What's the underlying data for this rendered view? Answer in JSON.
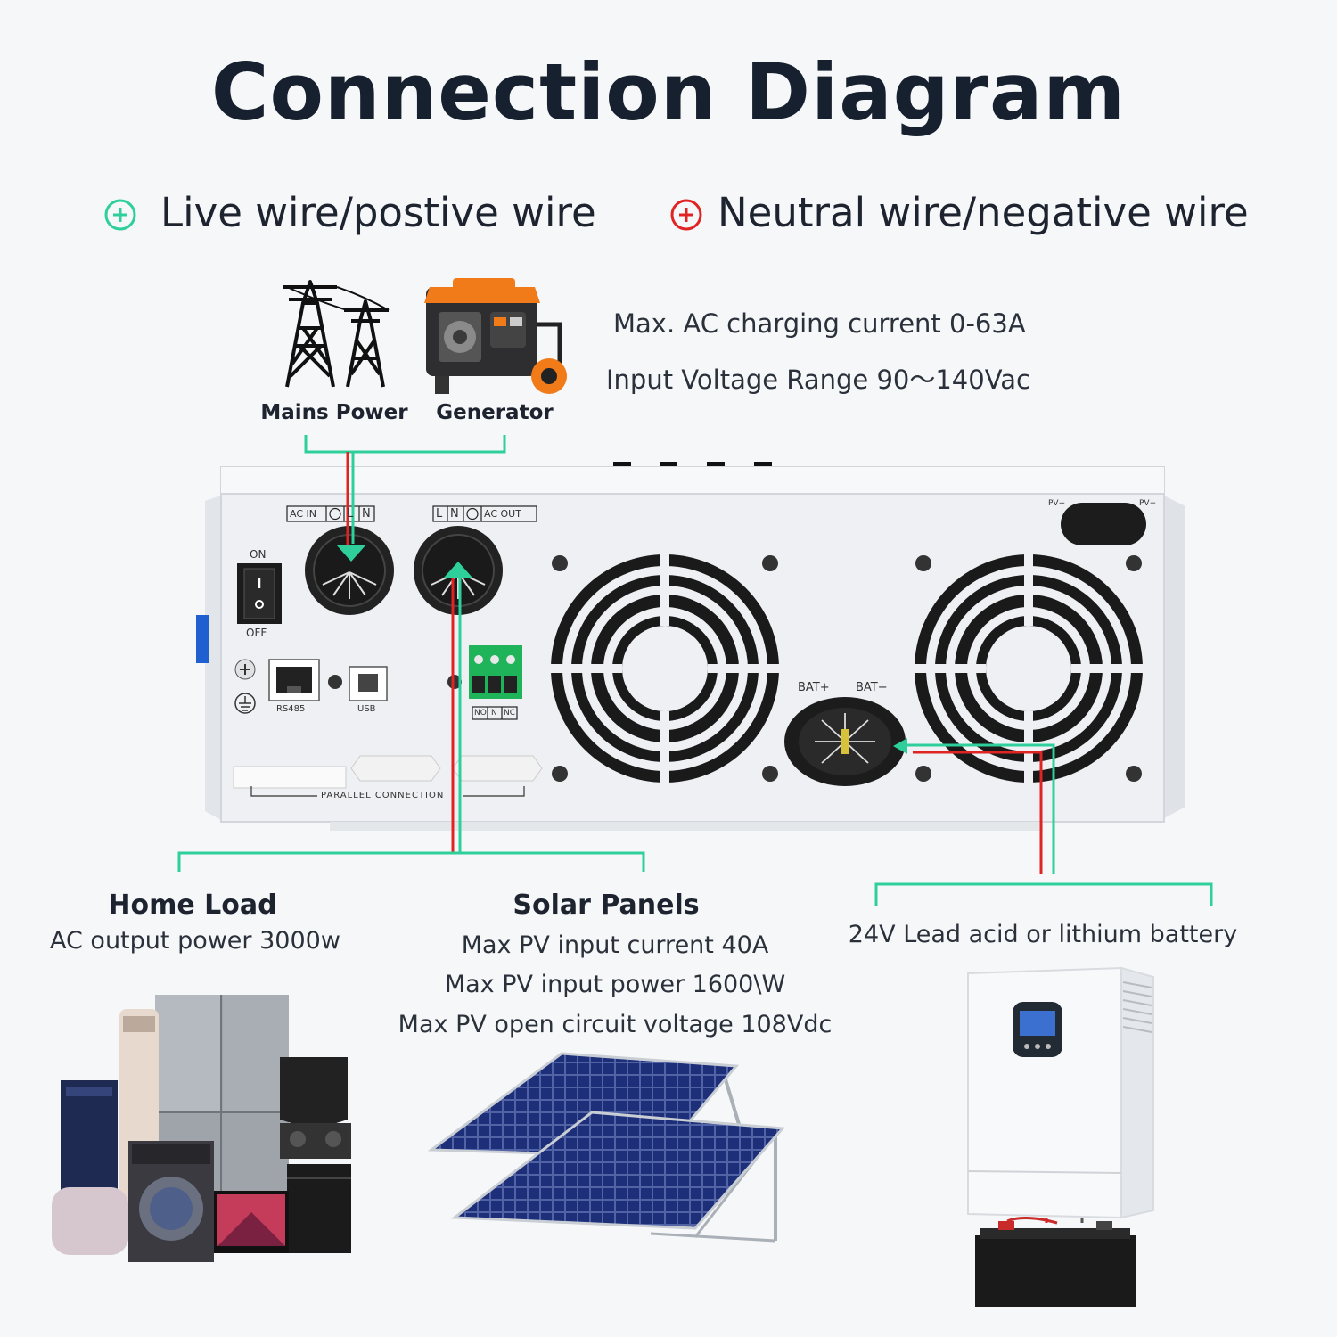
{
  "title": "Connection Diagram",
  "legend": {
    "live": "Live wire/postive wire",
    "neutral": "Neutral wire/negative wire",
    "live_color": "#2ecf9a",
    "neutral_color": "#e02424"
  },
  "sources": {
    "mains": "Mains Power",
    "generator": "Generator",
    "spec_charging": "Max. AC charging current 0-63A",
    "spec_voltage": "Input Voltage Range 90～140Vac"
  },
  "panel": {
    "ac_in": "AC IN",
    "ac_out": "AC OUT",
    "l": "L",
    "n": "N",
    "on": "ON",
    "off": "OFF",
    "rs485": "RS485",
    "usb": "USB",
    "no": "NO",
    "nc": "NC",
    "parallel": "PARALLEL CONNECTION",
    "pv_plus": "PV+",
    "pv_minus": "PV−",
    "bat_plus": "BAT+",
    "bat_minus": "BAT−"
  },
  "home_load": {
    "title": "Home Load",
    "spec": "AC output power 3000w"
  },
  "solar": {
    "title": "Solar Panels",
    "spec1": "Max PV input current 40A",
    "spec2": "Max PV input power 1600\\W",
    "spec3": "Max PV open circuit voltage 108Vdc"
  },
  "battery": {
    "spec": "24V Lead acid or lithium battery"
  },
  "icons": [
    "plus-circle-icon",
    "transmission-tower-icon",
    "generator-icon",
    "fan-icon",
    "appliances-icon",
    "solar-panel-icon",
    "inverter-icon",
    "battery-icon"
  ]
}
